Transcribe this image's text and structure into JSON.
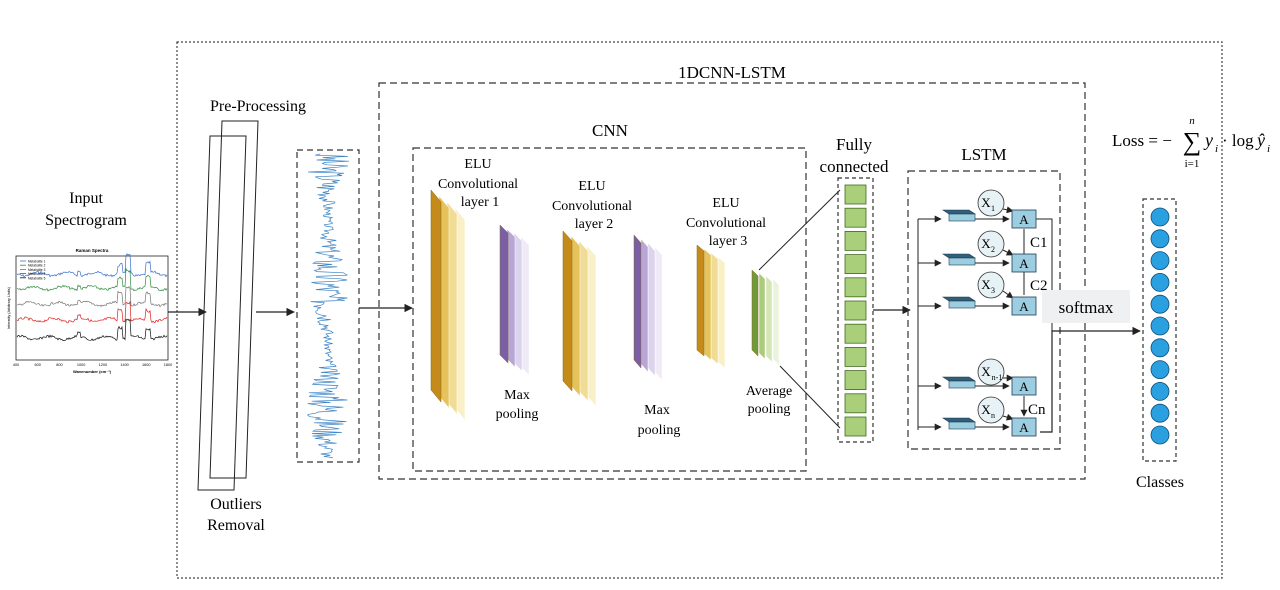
{
  "labels": {
    "input": [
      "Input",
      "Spectrogram"
    ],
    "preprocessing": "Pre-Processing",
    "outliers": [
      "Outliers",
      "Removal"
    ],
    "model": "1DCNN-LSTM",
    "cnn": "CNN",
    "fully_connected": [
      "Fully",
      "connected"
    ],
    "lstm": "LSTM",
    "classes": "Classes",
    "softmax": "softmax",
    "elu": "ELU",
    "conv1": [
      "Convolutional",
      "layer 1"
    ],
    "conv2": [
      "Convolutional",
      "layer 2"
    ],
    "conv3": [
      "Convolutional",
      "layer 3"
    ],
    "maxpool": [
      "Max",
      "pooling"
    ],
    "avgpool": [
      "Average",
      "pooling"
    ],
    "loss": {
      "lhs": "Loss = −",
      "sum_top": "n",
      "sum_bottom": "i=1",
      "term_y": "y",
      "sub_i": "i",
      "log": "· log",
      "yhat": "ŷ"
    },
    "lstm_inputs": [
      "X",
      "X",
      "X",
      "X",
      "X"
    ],
    "lstm_subscripts": [
      "1",
      "2",
      "3",
      "n-1",
      "n"
    ],
    "cell_label": "A",
    "cell_states": [
      "C1",
      "C2",
      "Cn"
    ]
  },
  "inset": {
    "title": "Raman Spectra",
    "ylabel": "Intensity (Arbitrary Units)",
    "xlabel": "Wavenumber (cm⁻¹)",
    "xticks": [
      "400",
      "600",
      "800",
      "1000",
      "1200",
      "1400",
      "1600",
      "1800"
    ],
    "legend": [
      "Metabolite 1",
      "Metabolite 2",
      "Metabolite 3",
      "Metabolite 4",
      "Metabolite 5"
    ],
    "series_colors": [
      "#3b6fd1",
      "#2e8b3e",
      "#777777",
      "#e02020",
      "#111111"
    ]
  },
  "colors": {
    "elu": "#e02020",
    "conv": [
      "#c48a1a",
      "#e6c35a",
      "#f1dc95",
      "#faf0c8"
    ],
    "maxpool": [
      "#7a5fa6",
      "#b8a6d6",
      "#dcd3ec",
      "#efeaf6"
    ],
    "avgpool": [
      "#6e9a3a",
      "#a9cc7a",
      "#d3e6b6",
      "#eaf3dc"
    ],
    "fc_cell": "#a9cf7a",
    "lstm_cell": "#9ccde0",
    "class_node": "#2aa0e0",
    "signal": "#3a82c4"
  },
  "counts": {
    "fc_cells": 11,
    "class_nodes": 11
  }
}
